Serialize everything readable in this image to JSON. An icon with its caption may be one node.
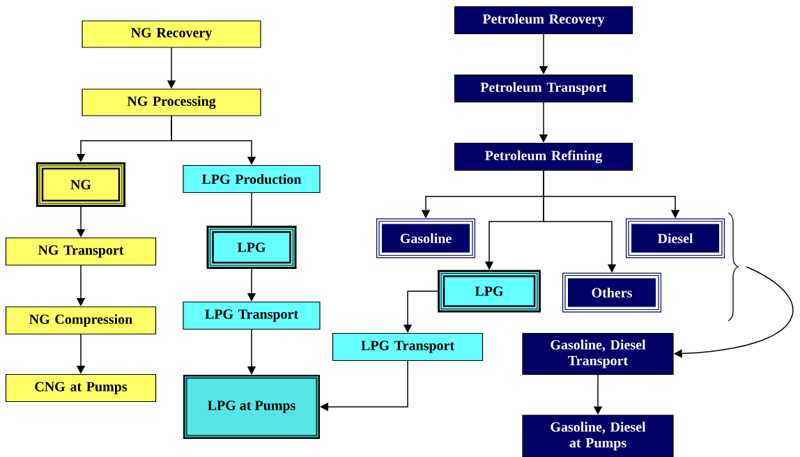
{
  "diagram": {
    "nodes": [
      {
        "text": [
          "NG Recovery"
        ]
      },
      {
        "text": [
          "NG Processing"
        ]
      },
      {
        "text": [
          "NG"
        ]
      },
      {
        "text": [
          "LPG Production"
        ]
      },
      {
        "text": [
          "NG Transport"
        ]
      },
      {
        "text": [
          "LPG"
        ]
      },
      {
        "text": [
          "NG Compression"
        ]
      },
      {
        "text": [
          "LPG Transport"
        ]
      },
      {
        "text": [
          "CNG at Pumps"
        ]
      },
      {
        "text": [
          "LPG at Pumps"
        ]
      },
      {
        "text": [
          "Petroleum Recovery"
        ]
      },
      {
        "text": [
          "Petroleum Transport"
        ]
      },
      {
        "text": [
          "Petroleum Refining"
        ]
      },
      {
        "text": [
          "Gasoline"
        ]
      },
      {
        "text": [
          "Diesel"
        ]
      },
      {
        "text": [
          "LPG"
        ]
      },
      {
        "text": [
          "Others"
        ]
      },
      {
        "text": [
          "LPG Transport"
        ]
      },
      {
        "text": [
          "Gasoline, Diesel Transport"
        ]
      },
      {
        "text": [
          "Gasoline, Diesel at Pumps"
        ]
      },
      {
        "text": [],
        "shape": "brace"
      }
    ],
    "edges": [
      {
        "from": 0,
        "to": 1,
        "arrow": "to"
      },
      {
        "from": 1,
        "to": 2,
        "arrow": "to"
      },
      {
        "from": 1,
        "to": 3,
        "arrow": "to"
      },
      {
        "from": 2,
        "to": 4,
        "arrow": "to"
      },
      {
        "from": 4,
        "to": 6,
        "arrow": "to"
      },
      {
        "from": 6,
        "to": 8,
        "arrow": "to"
      },
      {
        "from": 3,
        "to": 5,
        "arrow": "none"
      },
      {
        "from": 5,
        "to": 7,
        "arrow": "to"
      },
      {
        "from": 7,
        "to": 9,
        "arrow": "to"
      },
      {
        "from": 17,
        "to": 9,
        "arrow": "to"
      },
      {
        "from": 10,
        "to": 11,
        "arrow": "to"
      },
      {
        "from": 11,
        "to": 12,
        "arrow": "to"
      },
      {
        "from": 12,
        "to": 13,
        "arrow": "to"
      },
      {
        "from": 12,
        "to": 14,
        "arrow": "to"
      },
      {
        "from": 12,
        "to": 15,
        "arrow": "to"
      },
      {
        "from": 12,
        "to": 16,
        "arrow": "to"
      },
      {
        "from": 15,
        "to": 17,
        "arrow": "to"
      },
      {
        "from": 18,
        "to": 19,
        "arrow": "to"
      },
      {
        "from": 20,
        "to": 18,
        "arrow": "to"
      }
    ]
  }
}
